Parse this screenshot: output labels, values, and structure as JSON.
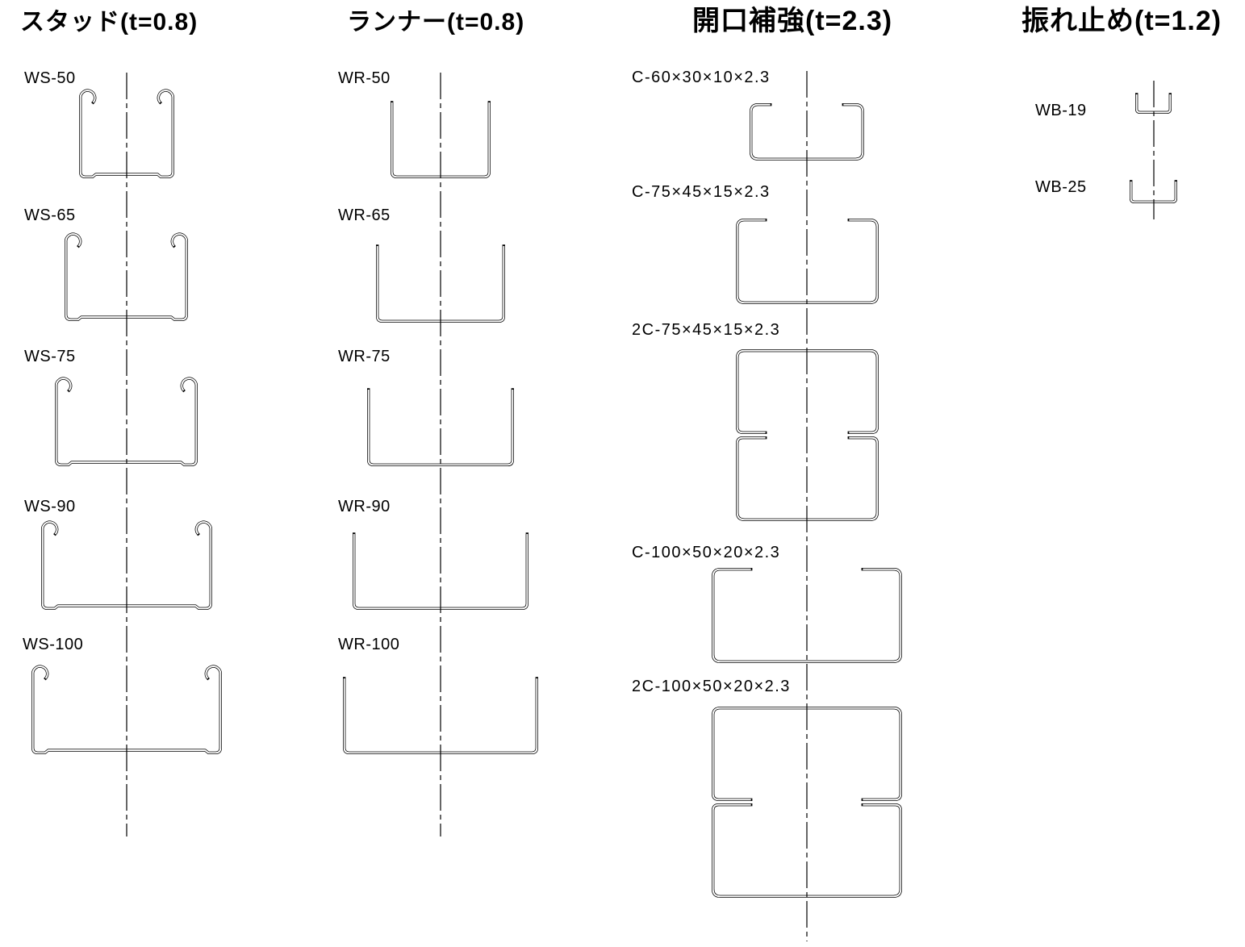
{
  "page": {
    "background_color": "#ffffff",
    "line_color": "#000000"
  },
  "columns": [
    {
      "id": "studs",
      "header": "スタッド(t=0.8)",
      "items": [
        {
          "id": "ws-50",
          "label": "WS-50"
        },
        {
          "id": "ws-65",
          "label": "WS-65"
        },
        {
          "id": "ws-75",
          "label": "WS-75"
        },
        {
          "id": "ws-90",
          "label": "WS-90"
        },
        {
          "id": "ws-100",
          "label": "WS-100"
        }
      ]
    },
    {
      "id": "runners",
      "header": "ランナー(t=0.8)",
      "items": [
        {
          "id": "wr-50",
          "label": "WR-50"
        },
        {
          "id": "wr-65",
          "label": "WR-65"
        },
        {
          "id": "wr-75",
          "label": "WR-75"
        },
        {
          "id": "wr-90",
          "label": "WR-90"
        },
        {
          "id": "wr-100",
          "label": "WR-100"
        }
      ]
    },
    {
      "id": "opening-reinforcement",
      "header": "開口補強(t=2.3)",
      "items": [
        {
          "id": "c-60",
          "label": "C-60×30×10×2.3"
        },
        {
          "id": "c-75",
          "label": "C-75×45×15×2.3"
        },
        {
          "id": "2c-75",
          "label": "2C-75×45×15×2.3"
        },
        {
          "id": "c-100",
          "label": "C-100×50×20×2.3"
        },
        {
          "id": "2c-100",
          "label": "2C-100×50×20×2.3"
        }
      ]
    },
    {
      "id": "bracing",
      "header": "振れ止め(t=1.2)",
      "items": [
        {
          "id": "wb-19",
          "label": "WB-19"
        },
        {
          "id": "wb-25",
          "label": "WB-25"
        }
      ]
    }
  ]
}
